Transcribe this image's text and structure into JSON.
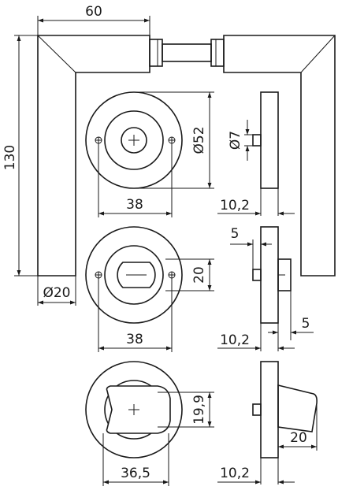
{
  "drawing": {
    "labels": {
      "top_width": "60",
      "total_height": "130",
      "rosette_diameter": "Ø52",
      "spindle_diameter": "Ø7",
      "hole_spacing_1": "38",
      "thickness_1": "10,2",
      "stem_diameter": "Ø20",
      "offset_left": "5",
      "knob_width": "20",
      "hole_spacing_2": "38",
      "thickness_2": "10,2",
      "offset_right": "5",
      "turn_height": "19,9",
      "turn_width": "36,5",
      "knob_length": "20",
      "thickness_3": "10,2"
    },
    "colors": {
      "line": "#1a1a1a",
      "background": "#ffffff"
    }
  }
}
